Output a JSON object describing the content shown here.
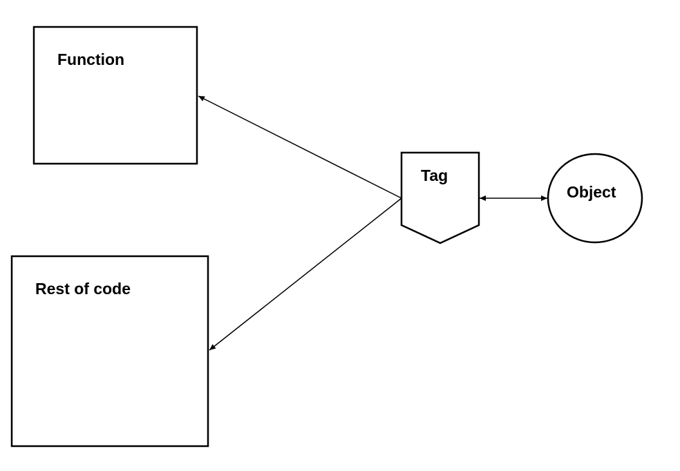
{
  "nodes": {
    "function": {
      "label": "Function"
    },
    "rest_of_code": {
      "label": "Rest of code"
    },
    "tag": {
      "label": "Tag"
    },
    "object": {
      "label": "Object"
    }
  },
  "edges": [
    {
      "from": "tag",
      "to": "function",
      "direction": "forward"
    },
    {
      "from": "tag",
      "to": "rest_of_code",
      "direction": "forward"
    },
    {
      "from": "tag",
      "to": "object",
      "direction": "bidirectional"
    }
  ],
  "colors": {
    "stroke": "#000000",
    "fill": "#ffffff"
  }
}
